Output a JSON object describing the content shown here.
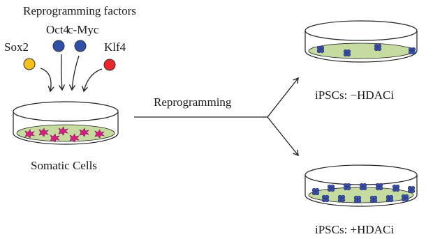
{
  "labels": {
    "factors_title": "Reprogramming factors",
    "oct4": "Oct4",
    "cmyc": "c-Myc",
    "sox2": "Sox2",
    "klf4": "Klf4",
    "process": "Reprogramming",
    "somatic": "Somatic Cells",
    "ipsc_minus": "iPSCs: −HDACi",
    "ipsc_plus": "iPSCs: +HDACi"
  },
  "colors": {
    "sox2": "#f2c21b",
    "oct4": "#2e50a8",
    "cmyc": "#2e50a8",
    "klf4": "#e8262e",
    "medium": "#c5dba0",
    "somatic_cell": "#d61f84",
    "ipsc_colony": "#3b4fa8"
  }
}
